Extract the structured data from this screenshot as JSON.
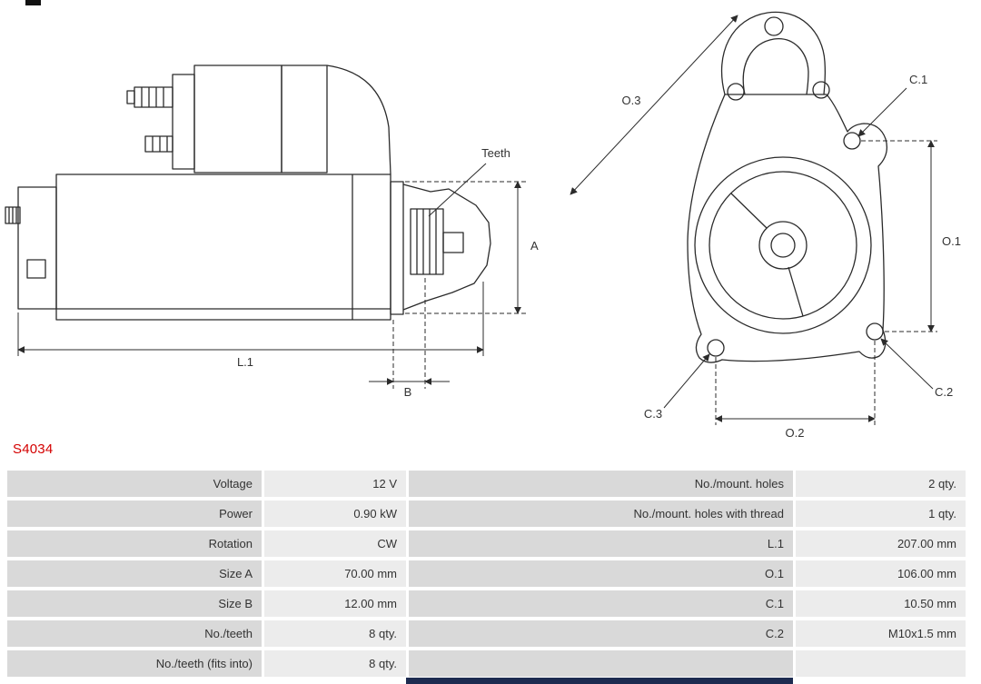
{
  "page": {
    "part_number": "S4034"
  },
  "diagram": {
    "side_view_labels": {
      "teeth": "Teeth",
      "a": "A",
      "b": "B",
      "l1": "L.1"
    },
    "front_view_labels": {
      "o1": "O.1",
      "o2": "O.2",
      "o3": "O.3",
      "c1": "C.1",
      "c2": "C.2",
      "c3": "C.3"
    }
  },
  "specs_table": {
    "left_rows": [
      {
        "label": "Voltage",
        "value": "12 V"
      },
      {
        "label": "Power",
        "value": "0.90 kW"
      },
      {
        "label": "Rotation",
        "value": "CW"
      },
      {
        "label": "Size A",
        "value": "70.00 mm"
      },
      {
        "label": "Size B",
        "value": "12.00 mm"
      },
      {
        "label": "No./teeth",
        "value": "8 qty."
      },
      {
        "label": "No./teeth (fits into)",
        "value": "8 qty."
      }
    ],
    "right_rows": [
      {
        "label": "No./mount. holes",
        "value": "2 qty."
      },
      {
        "label": "No./mount. holes with thread",
        "value": "1 qty."
      },
      {
        "label": "L.1",
        "value": "207.00 mm"
      },
      {
        "label": "O.1",
        "value": "106.00 mm"
      },
      {
        "label": "C.1",
        "value": "10.50 mm"
      },
      {
        "label": "C.2",
        "value": "M10x1.5 mm"
      },
      {
        "label": "",
        "value": ""
      }
    ]
  },
  "colors": {
    "part_number_red": "#d40000",
    "table_label_bg": "#d9d9d9",
    "table_value_bg": "#ececec",
    "drawing_line": "#2b2b2b",
    "footer_bar_navy": "#1d2b50"
  }
}
